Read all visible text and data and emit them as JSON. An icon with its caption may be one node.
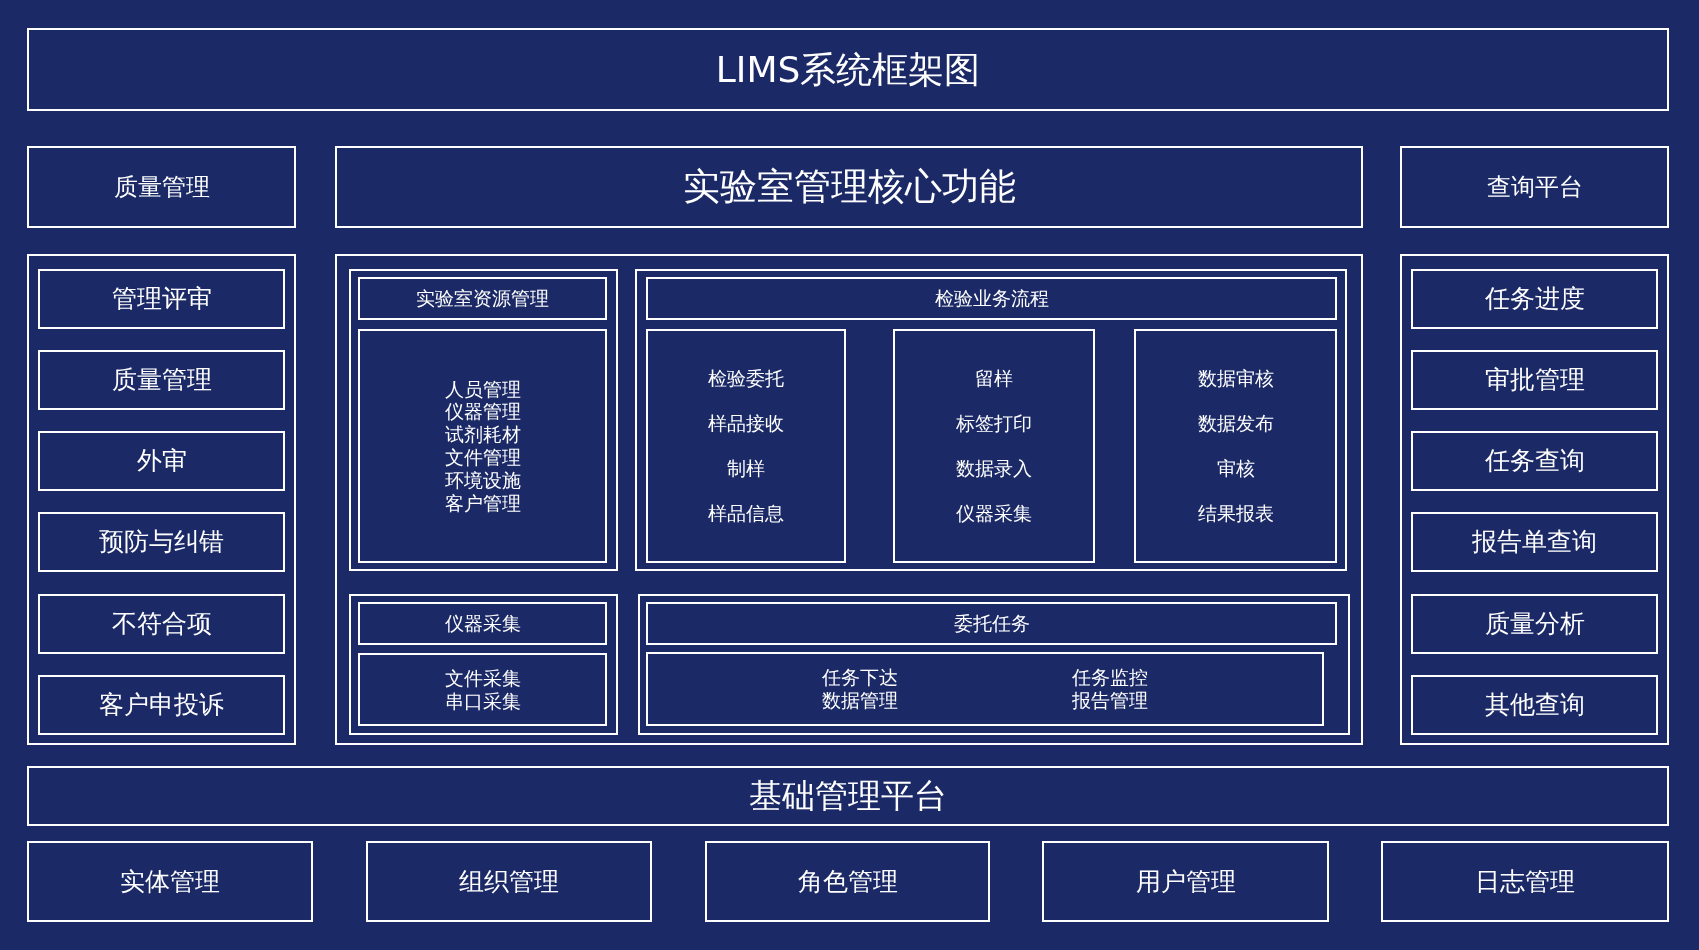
{
  "diagram": {
    "title": "LIMS系统框架图",
    "nodes": [
      {
        "text": [
          "质量管理"
        ]
      },
      {
        "text": [
          "实验室管理核心功能"
        ]
      },
      {
        "text": [
          "查询平台"
        ]
      },
      {
        "text": [],
        "shape": "box"
      },
      {
        "text": [
          "管理评审"
        ],
        "in": 3
      },
      {
        "text": [
          "质量管理"
        ],
        "in": 3
      },
      {
        "text": [
          "外审"
        ],
        "in": 3
      },
      {
        "text": [
          "预防与纠错"
        ],
        "in": 3
      },
      {
        "text": [
          "不符合项"
        ],
        "in": 3
      },
      {
        "text": [
          "客户申投诉"
        ],
        "in": 3
      },
      {
        "text": [],
        "shape": "box"
      },
      {
        "text": [],
        "shape": "box",
        "in": 10
      },
      {
        "text": [
          "实验室资源管理"
        ],
        "in": 11
      },
      {
        "text": [
          "人员管理",
          "仪器管理",
          "试剂耗材",
          "文件管理",
          "环境设施",
          "客户管理"
        ],
        "in": 11
      },
      {
        "text": [],
        "shape": "box",
        "in": 10
      },
      {
        "text": [
          "检验业务流程"
        ],
        "in": 14
      },
      {
        "text": [
          "检验委托",
          "样品接收",
          "制样",
          "样品信息"
        ],
        "in": 14
      },
      {
        "text": [
          "留样",
          "标签打印",
          "数据录入",
          "仪器采集"
        ],
        "in": 14
      },
      {
        "text": [
          "数据审核",
          "数据发布",
          "审核",
          "结果报表"
        ],
        "in": 14
      },
      {
        "text": [],
        "shape": "box",
        "in": 10
      },
      {
        "text": [
          "仪器采集"
        ],
        "in": 19
      },
      {
        "text": [
          "文件采集",
          "串口采集"
        ],
        "in": 19
      },
      {
        "text": [],
        "shape": "box",
        "in": 10
      },
      {
        "text": [
          "委托任务"
        ],
        "in": 22
      },
      {
        "text": [
          "任务下达",
          "数据管理",
          "任务监控",
          "报告管理"
        ],
        "in": 22
      },
      {
        "text": [],
        "shape": "box"
      },
      {
        "text": [
          "任务进度"
        ],
        "in": 25
      },
      {
        "text": [
          "审批管理"
        ],
        "in": 25
      },
      {
        "text": [
          "任务查询"
        ],
        "in": 25
      },
      {
        "text": [
          "报告单查询"
        ],
        "in": 25
      },
      {
        "text": [
          "质量分析"
        ],
        "in": 25
      },
      {
        "text": [
          "其他查询"
        ],
        "in": 25
      },
      {
        "text": [
          "基础管理平台"
        ]
      },
      {
        "text": [
          "实体管理"
        ]
      },
      {
        "text": [
          "组织管理"
        ]
      },
      {
        "text": [
          "角色管理"
        ]
      },
      {
        "text": [
          "用户管理"
        ]
      },
      {
        "text": [
          "日志管理"
        ]
      }
    ]
  }
}
